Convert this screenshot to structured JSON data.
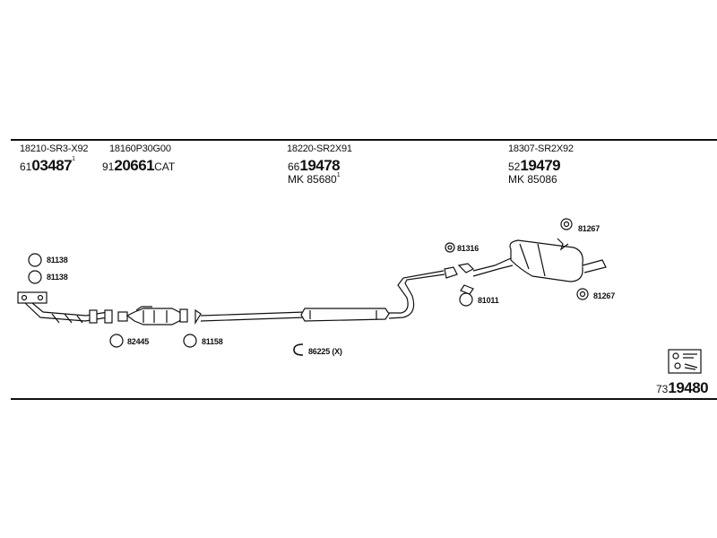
{
  "top_parts": [
    {
      "code": "18210-SR3-X92",
      "prefix": "61",
      "number": "03487",
      "sup": "1",
      "suffix": ""
    },
    {
      "code": "18160P30G00",
      "prefix": "91",
      "number": "20661",
      "sup": "",
      "suffix": "CAT"
    },
    {
      "code": "18220-SR2X91",
      "prefix": "66",
      "number": "19478",
      "sup": "",
      "suffix": ""
    },
    {
      "code": "18307-SR2X92",
      "prefix": "52",
      "number": "19479",
      "sup": "",
      "suffix": ""
    }
  ],
  "mk_lines": [
    {
      "prefix": "MK",
      "number": "85680",
      "sup": "1"
    },
    {
      "prefix": "MK",
      "number": "85086",
      "sup": ""
    }
  ],
  "labels": {
    "l81138a": "81138",
    "l81138b": "81138",
    "l82445": "82445",
    "l81158": "81158",
    "l86225": "86225 (X)",
    "l81316": "81316",
    "l81011": "81011",
    "l81267a": "81267",
    "l81267b": "81267"
  },
  "kit": {
    "prefix": "73",
    "number": "19480"
  },
  "colors": {
    "line": "#111111",
    "fill": "#ffffff",
    "shade": "#dddddd"
  }
}
